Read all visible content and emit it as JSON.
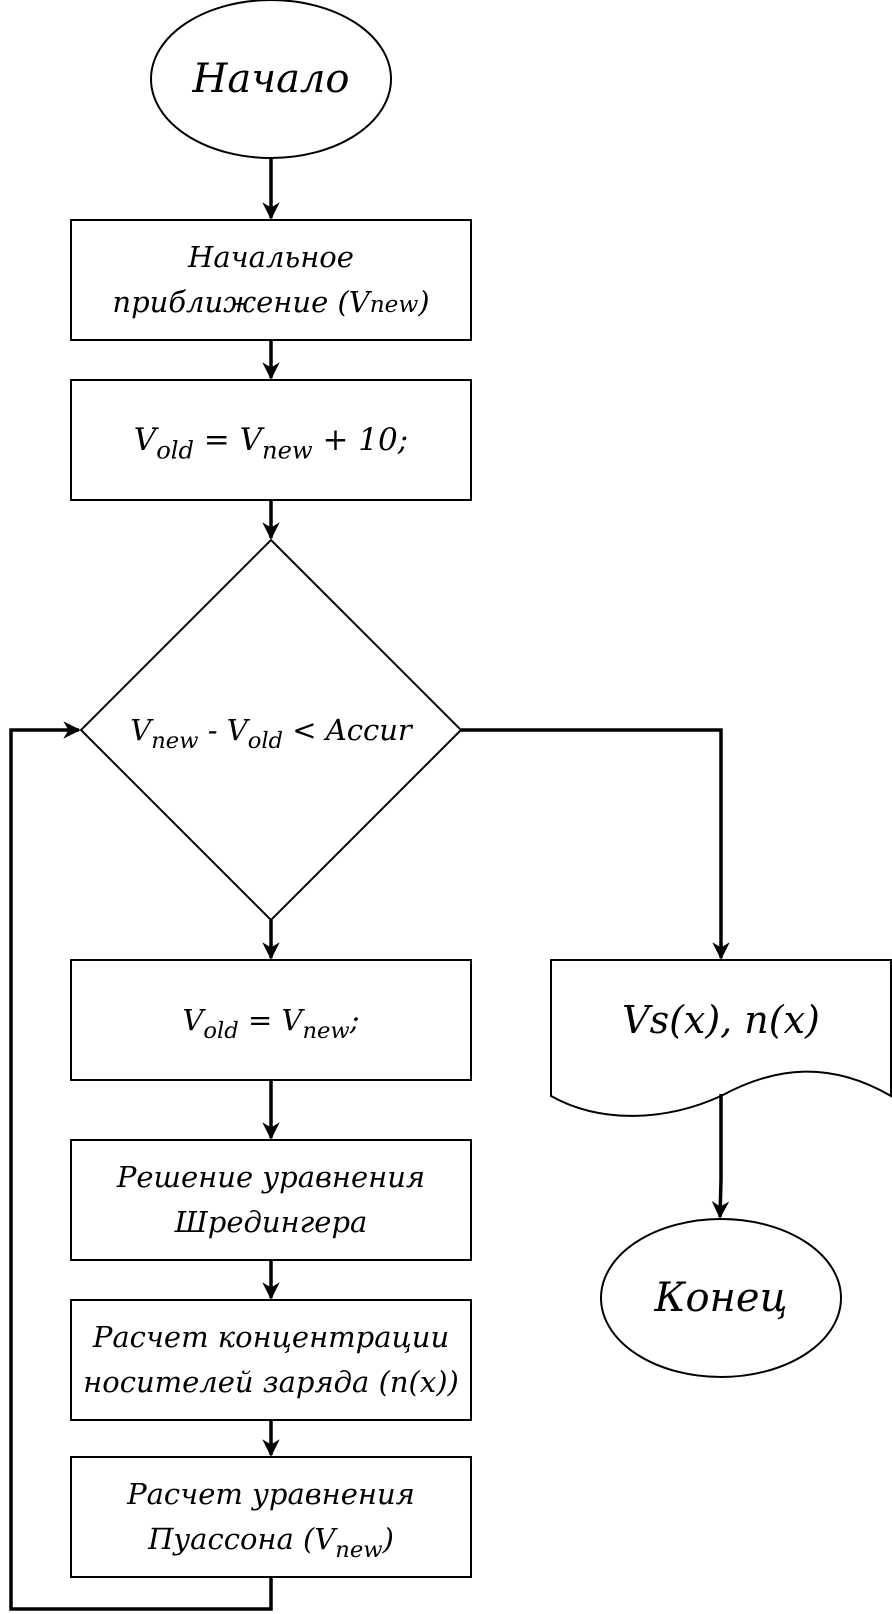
{
  "start": {
    "text": "Начало"
  },
  "initial_guess": {
    "line1": "Начальное",
    "line2_prefix": "приближение (",
    "var": "V",
    "var_sub": "new",
    "line2_suffix": ")"
  },
  "assign_old": {
    "v1": "V",
    "v1_sub": "old",
    "mid": " = ",
    "v2": "V",
    "v2_sub": "new",
    "tail": " + 10;"
  },
  "condition": {
    "v1": "V",
    "v1_sub": "new",
    "mid": " - ",
    "v2": "V",
    "v2_sub": "old",
    "tail": " < Accur"
  },
  "assign_loop": {
    "v1": "V",
    "v1_sub": "old",
    "mid": " = ",
    "v2": "V",
    "v2_sub": "new",
    "tail": ";"
  },
  "schrodinger": {
    "line1": "Решение уравнения",
    "line2": "Шредингера"
  },
  "concentration": {
    "line1": "Расчет концентрации",
    "line2": "носителей заряда (n(x))"
  },
  "poisson": {
    "line1": "Расчет уравнения",
    "line2_prefix": "Пуассона (",
    "var": "V",
    "var_sub": "new",
    "line2_suffix": ")"
  },
  "output": {
    "text": "Vs(x), n(x)"
  },
  "end": {
    "text": "Конец"
  }
}
